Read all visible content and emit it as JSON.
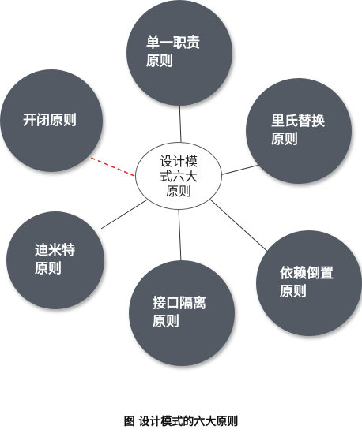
{
  "center": {
    "lines": [
      "设计模",
      "式六大",
      "原则"
    ]
  },
  "principles": [
    {
      "id": "srp",
      "lines": [
        "单一职责",
        "原则"
      ]
    },
    {
      "id": "lsp",
      "lines": [
        "里氏替换",
        "原则"
      ]
    },
    {
      "id": "dip",
      "lines": [
        "依赖倒置",
        "原则"
      ]
    },
    {
      "id": "isp",
      "lines": [
        "接口隔离",
        "原则"
      ]
    },
    {
      "id": "lod",
      "lines": [
        "迪米特",
        "原则"
      ]
    },
    {
      "id": "ocp",
      "lines": [
        "开闭原则"
      ]
    }
  ],
  "caption": "图 设计模式的六大原则",
  "colors": {
    "node_fill": "#535a64",
    "connector": "#333333",
    "highlight_connector": "#e02020"
  }
}
